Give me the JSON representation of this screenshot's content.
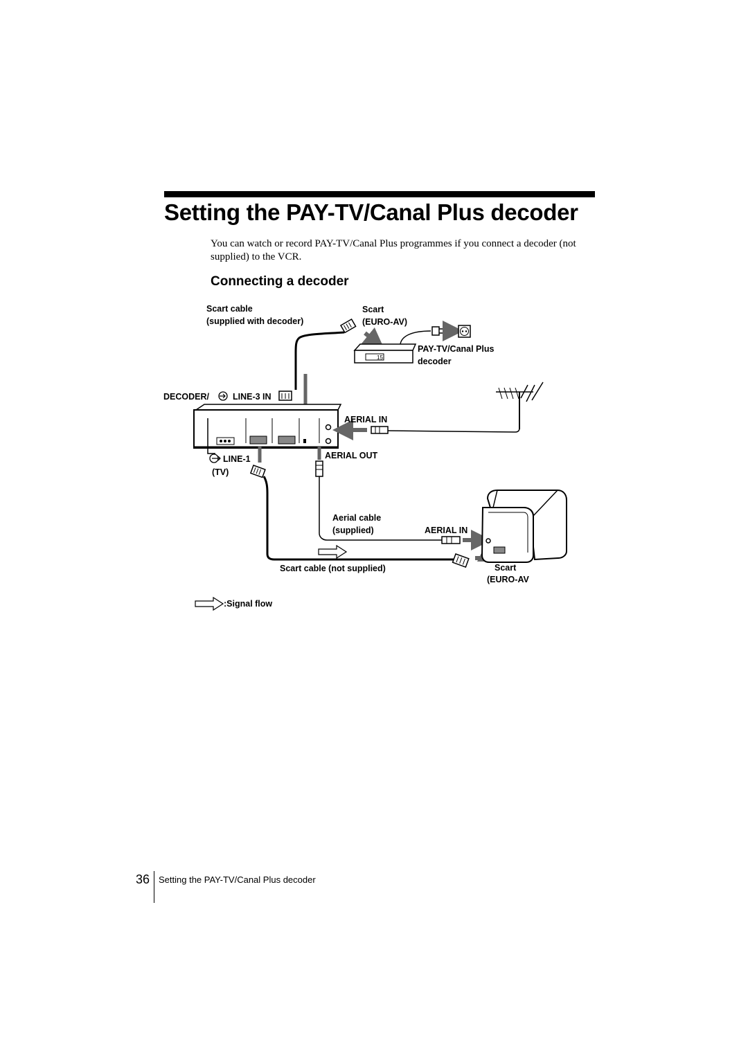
{
  "page": {
    "title": "Setting the PAY-TV/Canal Plus decoder",
    "intro": "You can watch or record PAY-TV/Canal Plus programmes if you connect a decoder (not supplied) to the VCR.",
    "section_heading": "Connecting a decoder"
  },
  "diagram": {
    "scart_cable_line1": "Scart cable",
    "scart_cable_line2": "(supplied with decoder)",
    "decoder_scart_line1": "Scart",
    "decoder_scart_line2": "(EURO-AV)",
    "decoder_name_line1": "PAY-TV/Canal Plus",
    "decoder_name_line2": "decoder",
    "decoder_display": "15",
    "decoder_port_label": "DECODER/",
    "decoder_port_label_suffix": "LINE-3 IN",
    "vcr_aerial_in": "AERIAL IN",
    "vcr_aerial_out": "AERIAL OUT",
    "line1_label": "LINE-1",
    "tv_label": "(TV)",
    "aerial_cable_line1": "Aerial cable",
    "aerial_cable_line2": "(supplied)",
    "tv_aerial_in": "AERIAL IN",
    "scart_cable_not_supplied": "Scart cable (not supplied)",
    "tv_scart_line1": "Scart",
    "tv_scart_line2": "(EURO-AV",
    "legend_signal_flow": ":Signal flow"
  },
  "footer": {
    "page_number": "36",
    "running_title": "Setting the PAY-TV/Canal Plus decoder"
  }
}
